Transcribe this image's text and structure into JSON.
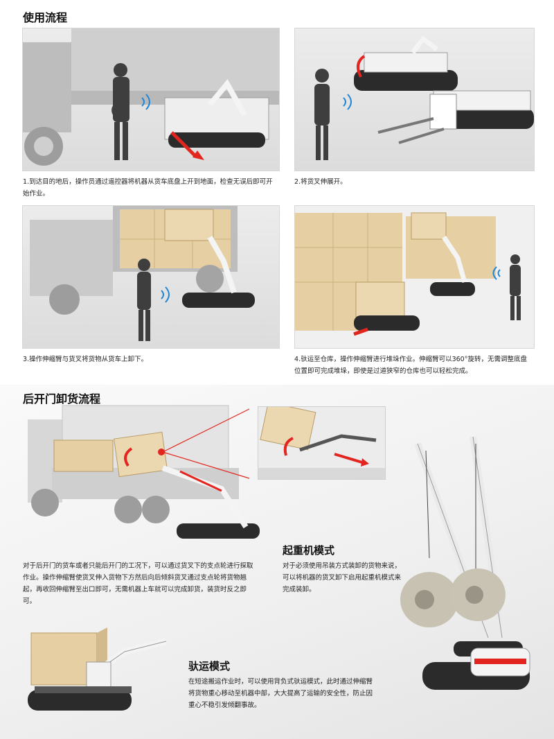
{
  "section1": {
    "title": "使用流程",
    "captions": [
      "1.到达目的地后，操作员通过遥控器将机器从货车底盘上开到地面，检查无误后即可开始作业。",
      "2.将货叉伸展开。",
      "3.操作伸缩臂与货叉将货物从货车上卸下。",
      "4.驮运至仓库，操作伸缩臂进行堆垛作业。伸缩臂可以360°旋转，无需调整底盘位置即可完成堆垛，即使是过道狭窄的仓库也可以轻松完成。"
    ]
  },
  "section2": {
    "title": "后开门卸货流程",
    "text": "对于后开门的货车或者只能后开门的工况下，可以通过货叉下的支点轮进行探取作业。操作伸缩臂使货叉伸入货物下方然后向后倾斜货叉通过支点轮将货物翘起，再收回伸缩臂至出口即可，无需机器上车就可以完成卸货，装货时反之即可。"
  },
  "crane_mode": {
    "title": "起重机模式",
    "text": "对于必须使用吊装方式装卸的货物来说，可以将机器的货叉卸下启用起重机模式来完成装卸。"
  },
  "carry_mode": {
    "title": "驮运模式",
    "text": "在短途搬运作业时，可以使用背负式驮运模式，此时通过伸缩臂将货物重心移动至机器中部，大大提高了运输的安全性，防止因重心不稳引发倾翻事故。"
  },
  "colors": {
    "accent_red": "#e2261f",
    "wifi_blue": "#1f86d8",
    "cargo": "#e6cfa2",
    "robot_white": "#f4f4f4",
    "track": "#2b2b2b"
  }
}
